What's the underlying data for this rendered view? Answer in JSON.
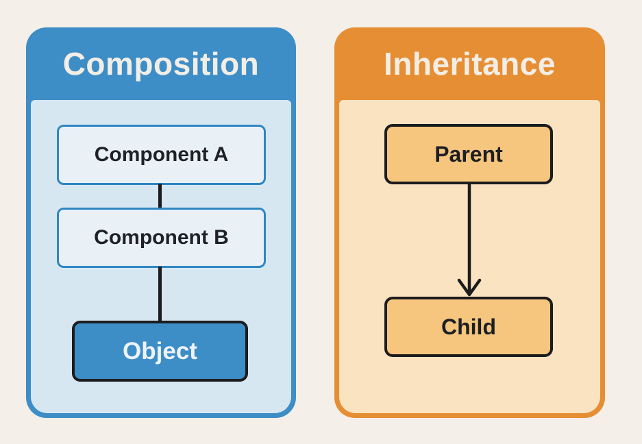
{
  "diagram": {
    "background_color": "#f4efe8",
    "line_color": "#1c1c1e",
    "composition": {
      "title": "Composition",
      "accent_color": "#3d8dc7",
      "body_color": "#d7e7f1",
      "component_fill_color": "#e9f1f7",
      "object_fill_color": "#3d8dc7",
      "connector_style": "plain line",
      "nodes": [
        {
          "label": "Component A"
        },
        {
          "label": "Component B"
        },
        {
          "label": "Object"
        }
      ]
    },
    "inheritance": {
      "title": "Inheritance",
      "accent_color": "#e68e34",
      "body_color": "#fae3c1",
      "node_fill_color": "#f6c67f",
      "connector_style": "downward arrow",
      "nodes": [
        {
          "label": "Parent"
        },
        {
          "label": "Child"
        }
      ]
    }
  }
}
